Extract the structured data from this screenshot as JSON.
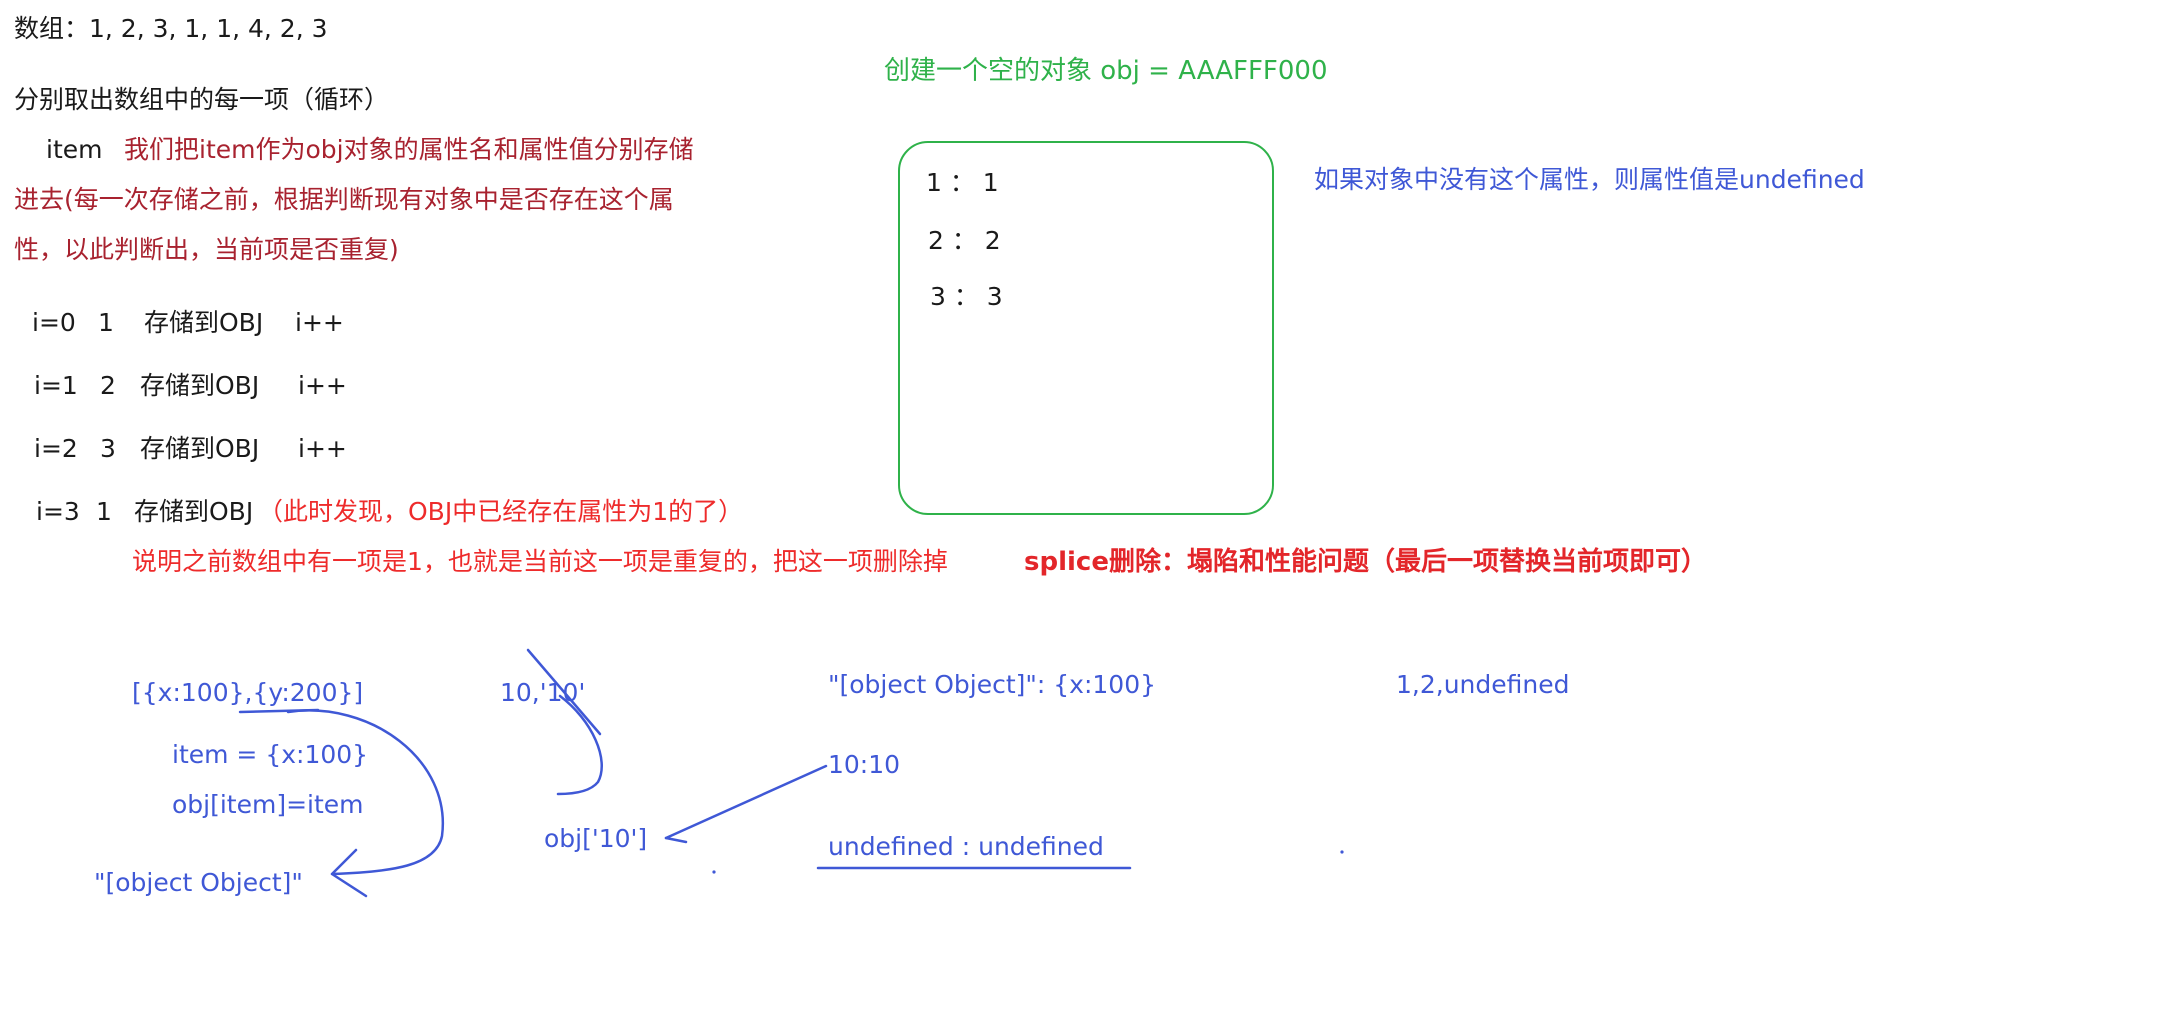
{
  "notes": {
    "array_line": "数组：1, 2, 3, 1, 1, 4, 2, 3",
    "loop_line": "分别取出数组中的每一项（循环）",
    "item_label": "item",
    "store_desc_1": "我们把item作为obj对象的属性名和属性值分别存储",
    "store_desc_2": "进去(每一次存储之前，根据判断现有对象中是否存在这个属",
    "store_desc_3": "性，以此判断出，当前项是否重复)",
    "steps": [
      {
        "i": "i=0",
        "v": "1",
        "action": "存储到OBJ",
        "inc": "i++"
      },
      {
        "i": "i=1",
        "v": "2",
        "action": "存储到OBJ",
        "inc": "i++"
      },
      {
        "i": "i=2",
        "v": "3",
        "action": "存储到OBJ",
        "inc": "i++"
      },
      {
        "i": "i=3",
        "v": "1",
        "action": "存储到OBJ",
        "note": "（此时发现，OBJ中已经存在属性为1的了）"
      }
    ],
    "duplicate_desc": "说明之前数组中有一项是1，也就是当前这一项是重复的，把这一项删除掉",
    "splice_note": "splice删除：塌陷和性能问题（最后一项替换当前项即可）"
  },
  "object_box": {
    "title": "创建一个空的对象   obj = AAAFFF000",
    "entries": [
      "1 ： 1",
      "2 ： 2",
      "3 ： 3"
    ],
    "undefined_note": "如果对象中没有这个属性，则属性值是undefined"
  },
  "examples": {
    "array_obj": "[{x:100},{y:200}]",
    "item_assign": "item = {x:100}",
    "obj_assign": "obj[item]=item",
    "object_string": "\"[object Object]\"",
    "num_str": "10,'10'",
    "obj_str_key": "obj['10']",
    "object_key_result": "\"[object Object]\": {x:100}",
    "ten_result": "10:10",
    "undefined_result": "undefined : undefined",
    "sequence": "1,2,undefined"
  },
  "colors": {
    "black": "#1a1a1a",
    "dark_red": "#a8222f",
    "red": "#ee2b2b",
    "green": "#2fb24a",
    "blue": "#3f58d6"
  }
}
